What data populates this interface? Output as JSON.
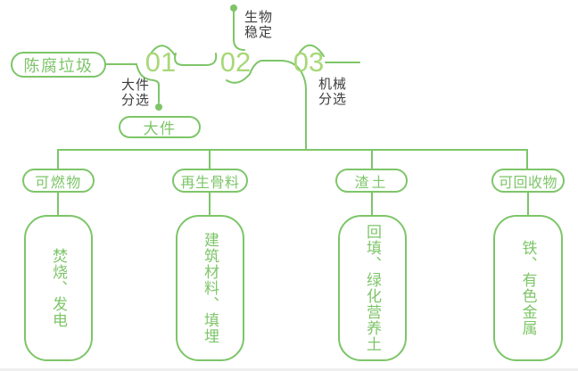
{
  "diagram": {
    "source": "陈腐垃圾",
    "steps": [
      {
        "number": "01",
        "label": "大件分选"
      },
      {
        "number": "02",
        "label": "生物稳定"
      },
      {
        "number": "03",
        "label": "机械分选"
      }
    ],
    "bulky_pill": "大件",
    "branches": [
      {
        "pill": "可燃物",
        "box": "焚烧、发电"
      },
      {
        "pill": "再生骨料",
        "box": "建筑材料、填埋"
      },
      {
        "pill": "渣土",
        "box": "回填、绿化营养土"
      },
      {
        "pill": "可回收物",
        "box": "铁、有色金属"
      }
    ],
    "colors": {
      "line_green": "#7dc568",
      "number_green": "#a8d878",
      "label_dark": "#3d3d3d",
      "background": "#ffffff"
    }
  }
}
